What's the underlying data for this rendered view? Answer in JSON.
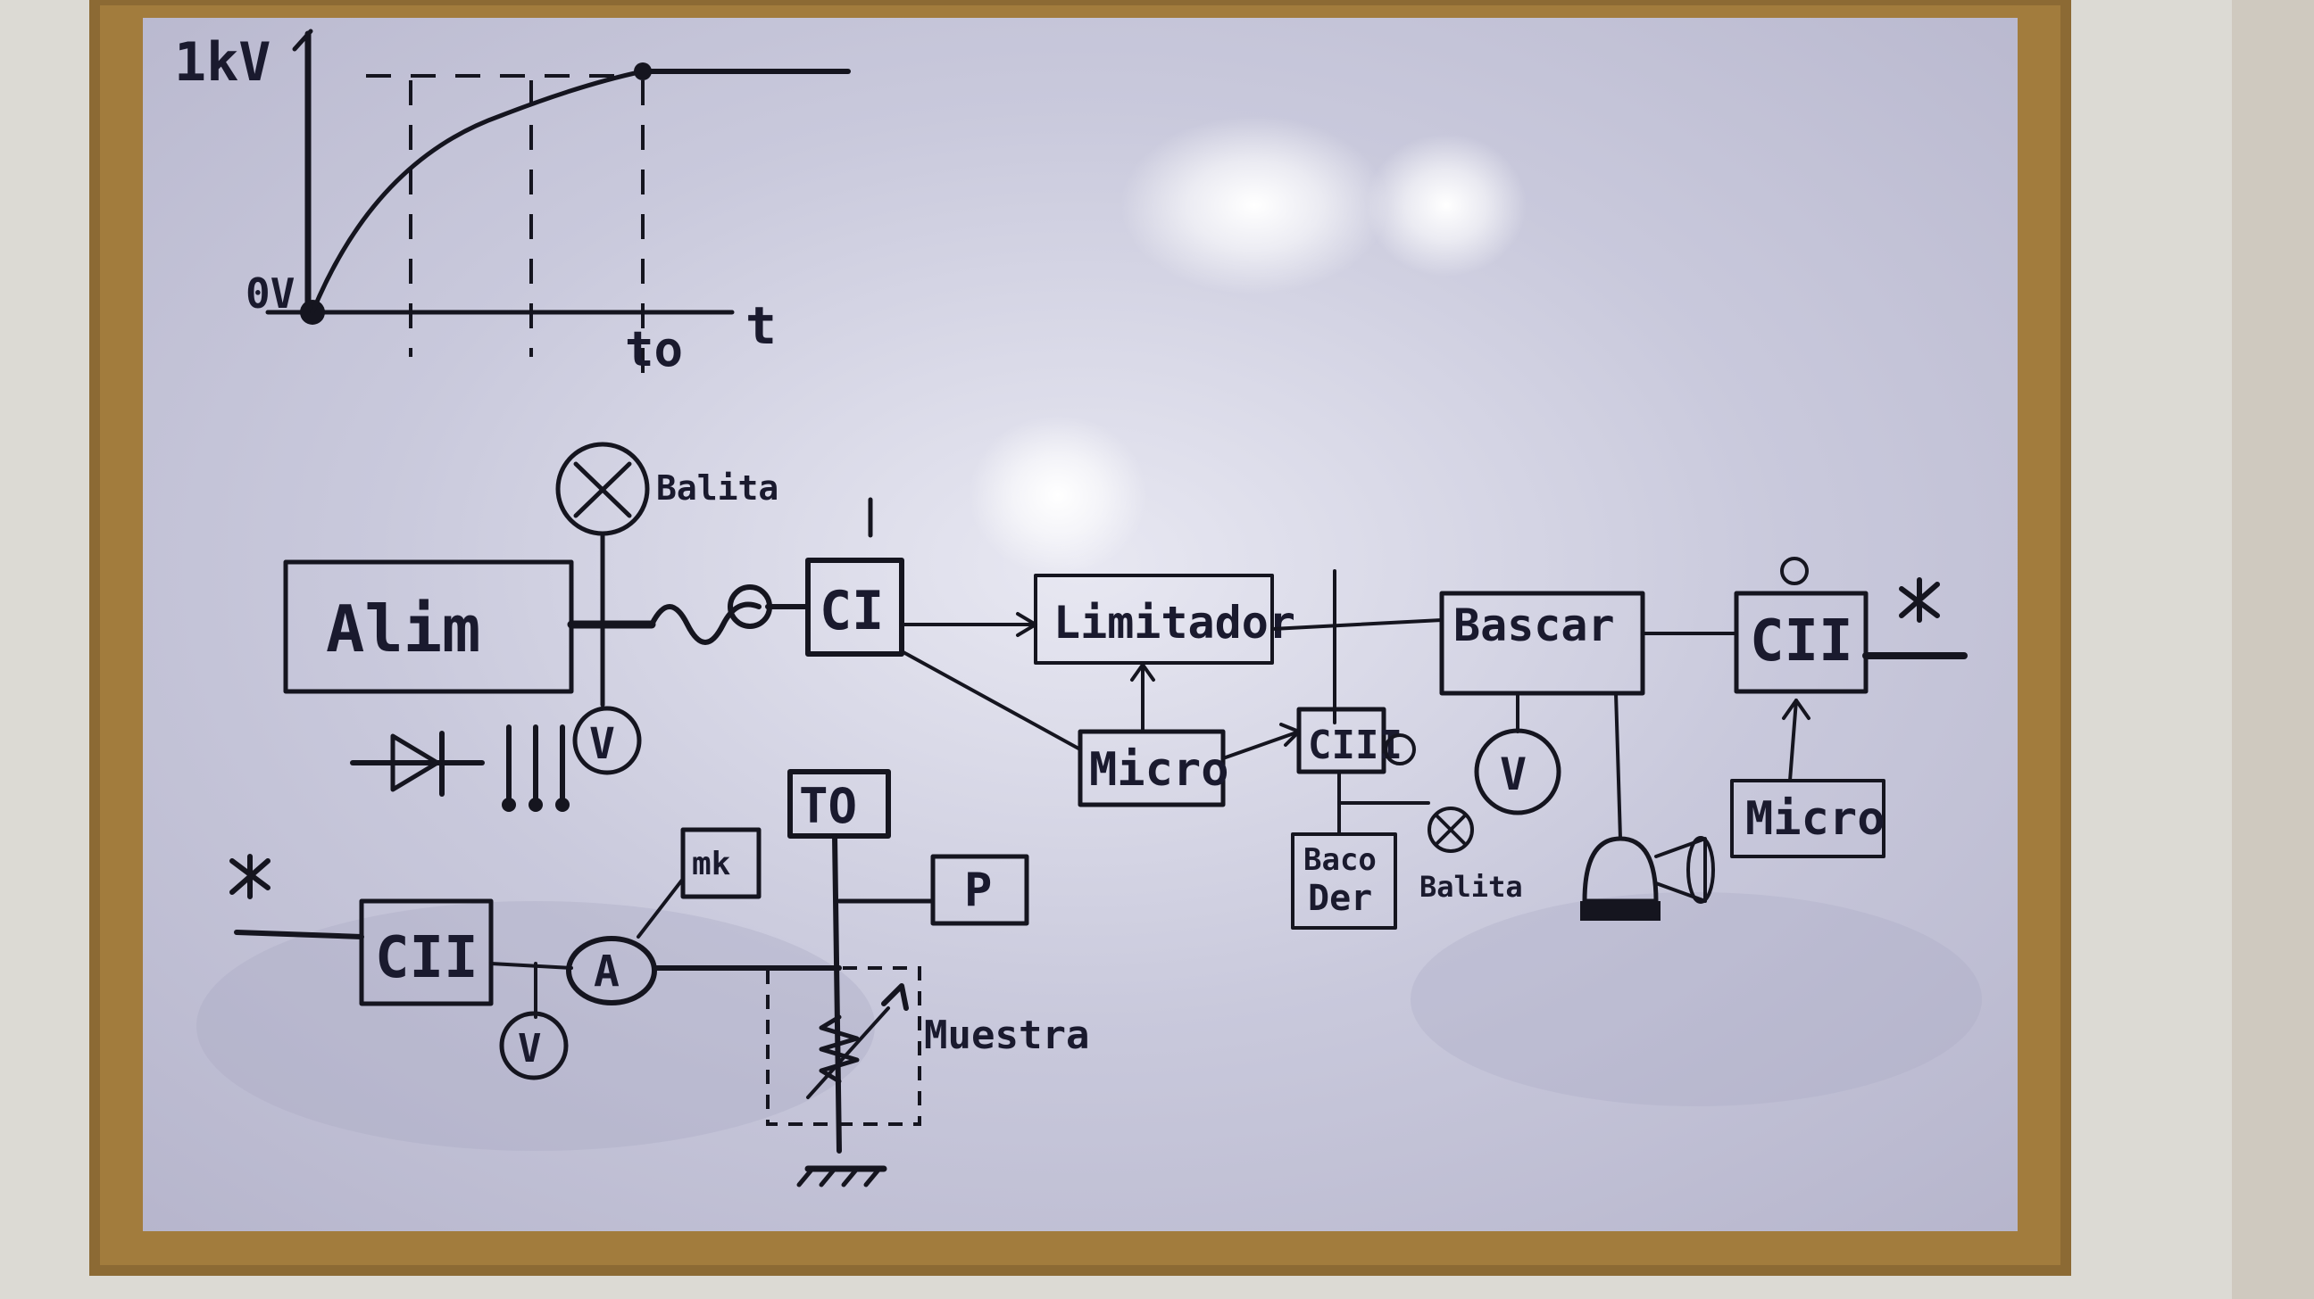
{
  "whiteboard": {
    "graph": {
      "y_top_label": "1kV",
      "y_origin_label": "0V",
      "x_axis_label": "t",
      "x_marker_label": "to"
    },
    "blocks": {
      "alim": "Alim",
      "c1": "CI",
      "limitador": "Limitador",
      "bascar": "Bascar",
      "c2": "CII",
      "micro_left": "Micro",
      "c3": "CIII",
      "micro_right": "Micro",
      "baco_der": [
        "Baco",
        "Der"
      ],
      "to": "TO",
      "p": "P",
      "mk": "mk",
      "c4": "CII"
    },
    "instruments": {
      "voltmeter": "V",
      "ammeter": "A",
      "lamp": "×"
    },
    "labels": {
      "balita_top": "Balita",
      "balita_right": "Balita",
      "muestra": "Muestra"
    }
  }
}
